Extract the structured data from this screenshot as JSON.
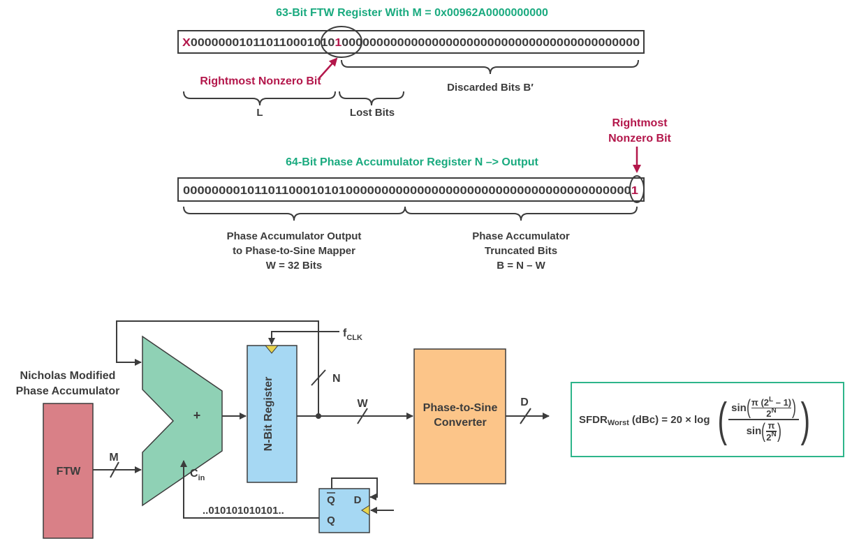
{
  "top_register": {
    "title": "63-Bit FTW Register With M = 0x00962A0000000000",
    "x_bit": "X",
    "bits_before": "0000000101101100010",
    "bits_circled_prefix": "10",
    "bits_circled_red": "1",
    "bits_circled_suffix": "000",
    "bits_after": "0000000000000000000000000000000000000000",
    "rightmost_label": "Rightmost Nonzero Bit",
    "brace_l_label": "L",
    "brace_lost_label": "Lost Bits",
    "brace_discarded_label": "Discarded Bits B′"
  },
  "accum_register": {
    "rightmost_label_line1": "Rightmost",
    "rightmost_label_line2": "Nonzero Bit",
    "title": "64-Bit Phase Accumulator Register N –> Output",
    "bits": "000000001011011000101010000000000000000000000000000000000000000",
    "last_bit": "1",
    "output_label_line1": "Phase Accumulator Output",
    "output_label_line2": "to Phase-to-Sine Mapper",
    "output_label_line3": "W = 32 Bits",
    "trunc_label_line1": "Phase Accumulator",
    "trunc_label_line2": "Truncated Bits",
    "trunc_label_line3": "B = N – W"
  },
  "block_diagram": {
    "title_line1": "Nicholas Modified",
    "title_line2": "Phase Accumulator",
    "ftw_label": "FTW",
    "m_label": "M",
    "adder_label": "+",
    "register_label": "N-Bit Register",
    "fclk_label": "f",
    "fclk_sub": "CLK",
    "n_label": "N",
    "w_label": "W",
    "converter_line1": "Phase-to-Sine",
    "converter_line2": "Converter",
    "d_label": "D",
    "cin_label": "C",
    "cin_sub": "in",
    "pattern_label": "..010101010101..",
    "ff_qbar": "Q",
    "ff_d": "D",
    "ff_q": "Q"
  },
  "formula": {
    "lhs": "SFDR",
    "lhs_sub": "Worst",
    "unit": "(dBc) = 20 × log",
    "sin1": "sin",
    "pi": "π",
    "two_l_open": "(2",
    "l_sup": "L",
    "minus_one": " – 1)",
    "two": "2",
    "n_sup": "N",
    "sin2": "sin"
  },
  "colors": {
    "teal": "#1aaa7f",
    "magenta": "#b3174b",
    "adder": "#8fd1b5",
    "register": "#a6d8f3",
    "converter": "#fcc589",
    "ftw": "#d98087"
  }
}
